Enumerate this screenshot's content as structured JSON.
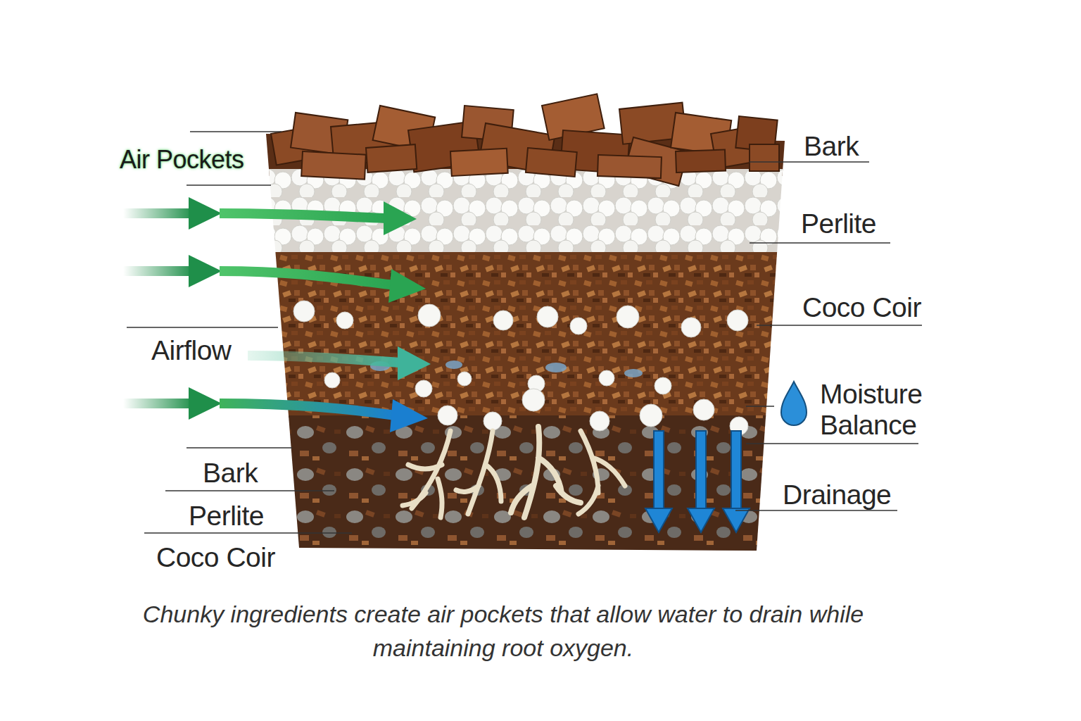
{
  "diagram": {
    "caption": "Chunky ingredients create air pockets that allow water to drain while maintaining root oxygen.",
    "labels": [
      "Bark",
      "Air Pockets",
      "Perlite",
      "Coco Coir",
      "Airflow",
      "Moisture Balance",
      "Bark",
      "Drainage",
      "Perlite",
      "Coco Coir"
    ]
  }
}
